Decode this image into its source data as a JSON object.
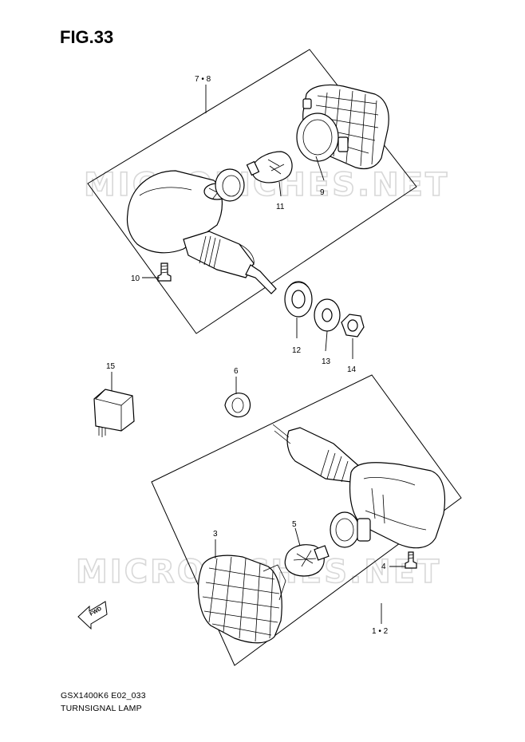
{
  "figure": {
    "title": "FIG.33",
    "model_code": "GSX1400K6 E02_033",
    "caption": "TURNSIGNAL LAMP"
  },
  "watermark": "MICROFICHES.NET",
  "fwd_label": "FWD",
  "callouts": {
    "c78": "7 • 8",
    "c9": "9",
    "c11": "11",
    "c10": "10",
    "c12": "12",
    "c13": "13",
    "c14": "14",
    "c15": "15",
    "c6": "6",
    "c3": "3",
    "c5": "5",
    "c4": "4",
    "c12b": "1 • 2"
  }
}
